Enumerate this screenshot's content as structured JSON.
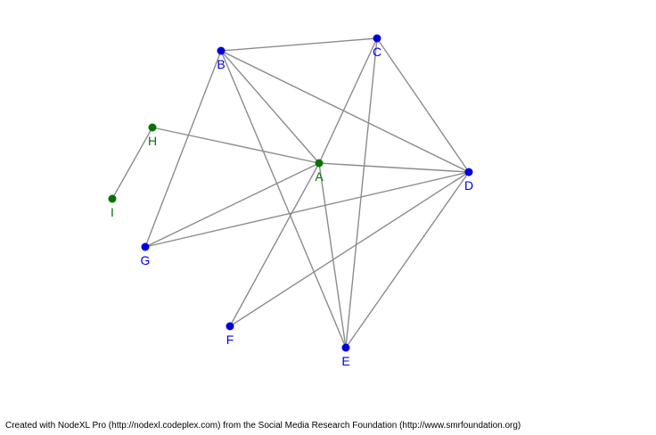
{
  "graph": {
    "nodes": [
      {
        "id": "A",
        "label": "A",
        "group": "green"
      },
      {
        "id": "B",
        "label": "B",
        "group": "blue"
      },
      {
        "id": "C",
        "label": "C",
        "group": "blue"
      },
      {
        "id": "D",
        "label": "D",
        "group": "blue"
      },
      {
        "id": "E",
        "label": "E",
        "group": "blue"
      },
      {
        "id": "F",
        "label": "F",
        "group": "blue"
      },
      {
        "id": "G",
        "label": "G",
        "group": "blue"
      },
      {
        "id": "H",
        "label": "H",
        "group": "green"
      },
      {
        "id": "I",
        "label": "I",
        "group": "green"
      }
    ],
    "edges": [
      [
        "B",
        "C"
      ],
      [
        "B",
        "A"
      ],
      [
        "B",
        "D"
      ],
      [
        "B",
        "E"
      ],
      [
        "B",
        "G"
      ],
      [
        "C",
        "A"
      ],
      [
        "C",
        "D"
      ],
      [
        "C",
        "E"
      ],
      [
        "H",
        "A"
      ],
      [
        "H",
        "I"
      ],
      [
        "A",
        "D"
      ],
      [
        "A",
        "G"
      ],
      [
        "A",
        "F"
      ],
      [
        "A",
        "E"
      ],
      [
        "D",
        "G"
      ],
      [
        "D",
        "F"
      ],
      [
        "D",
        "E"
      ]
    ],
    "colors": {
      "blue": "#0000dd",
      "green": "#067306",
      "edge": "#8c8c8c"
    }
  },
  "footer": {
    "credit": "Created with NodeXL Pro (http://nodexl.codeplex.com) from the Social Media Research Foundation (http://www.smrfoundation.org)"
  }
}
